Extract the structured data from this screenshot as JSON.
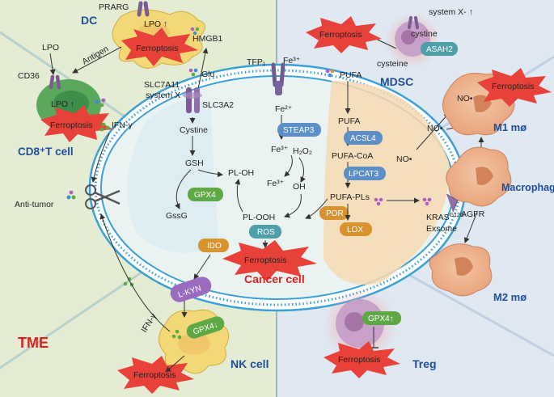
{
  "quadrants": {
    "dc": "DC",
    "mdsc": "MDSC",
    "cd8": "CD8⁺T cell",
    "tme": "TME",
    "nk": "NK cell",
    "treg": "Treg",
    "m1": "M1 mø",
    "m2": "M2 mø",
    "macrophage": "Macrophage",
    "cancer_cell": "Cancer cell"
  },
  "labels": {
    "prarg": "PRARG",
    "lpo_up_dc": "LPO ↑",
    "hmgb1": "HMGB1",
    "antigen": "Antigen",
    "lpo": "LPO",
    "cd36": "CD36",
    "lpo_up_cd8": "LPO ↑",
    "ifng": "IFN-γ",
    "antitumor": "Anti-tumor",
    "glu": "Glu",
    "slc7a11": "SLC7A11",
    "systemx": "system X",
    "slc3a2": "SLC3A2",
    "tfp1": "TFP₁",
    "fe3_top": "Fe³⁺",
    "cystine_cc": "Cystine",
    "gsh": "GSH",
    "gssg": "GssG",
    "ploh": "PL-OH",
    "plooh": "PL-OOH",
    "fe2": "Fe²⁺",
    "fe3_a": "Fe³⁺",
    "h2o2": "H₂O₂",
    "fe3_b": "Fe³⁺",
    "oh": "OH",
    "pufa_top": "PUFA",
    "pufa": "PUFA",
    "pufa_coa": "PUFA-CoA",
    "pufa_pls": "PUFA-PLs",
    "no_a": "NO•",
    "no_b": "NO•",
    "no_c": "NO•",
    "systemx_minus": "system X- ↑",
    "cystine_mdsc": "cystine",
    "cysteine": "cysteine",
    "kras": "KRAS",
    "kras_sup": "G12D",
    "agfr": "AGFR",
    "exsome": "Exsome",
    "ifng_nk": "IFN-γ"
  },
  "enzymes": {
    "steap3": "STEAP3",
    "gpx4": "GPX4",
    "acsl4": "ACSL4",
    "lpcat3": "LPCAT3",
    "por": "POR",
    "lox": "LOX",
    "ros": "ROS",
    "ido": "IDO",
    "lkyn": "L-KYN",
    "gpx4_nk": "GPX4↓",
    "gpx4_treg": "GPX4↑",
    "asah2": "ASAH2"
  },
  "ferroptosis": {
    "dc": "Ferroptosis",
    "cd8": "Ferroptosis",
    "mdsc": "Ferroptosis",
    "m1": "Ferroptosis",
    "cancer": "Ferroptosis",
    "nk": "Ferroptosis",
    "treg": "Ferroptosis"
  },
  "colors": {
    "bg_left": "#e4ecd4",
    "bg_right": "#e0e8f2",
    "membrane": "#3aa0d8",
    "burst": "#e8413a",
    "enzyme_teal": "#4f9fa8",
    "enzyme_blue": "#5c8fc7",
    "enzyme_orange": "#d8922e",
    "enzyme_green": "#5ea845",
    "enzyme_purple": "#9b6bbf",
    "title_blue": "#1f4e9a",
    "red_text": "#e02020"
  }
}
